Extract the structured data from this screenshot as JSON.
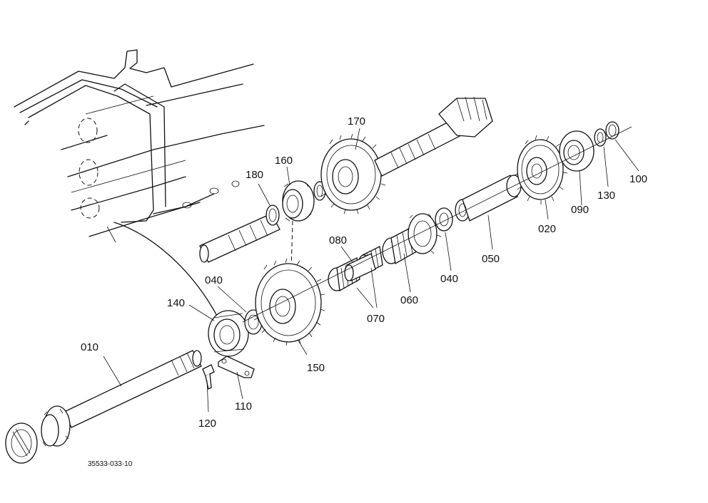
{
  "drawing": {
    "reference_code": "35533-033-10"
  },
  "parts": [
    {
      "key": "p010",
      "label": "010"
    },
    {
      "key": "p020",
      "label": "020"
    },
    {
      "key": "p040a",
      "label": "040"
    },
    {
      "key": "p040b",
      "label": "040"
    },
    {
      "key": "p050",
      "label": "050"
    },
    {
      "key": "p060",
      "label": "060"
    },
    {
      "key": "p070",
      "label": "070"
    },
    {
      "key": "p080",
      "label": "080"
    },
    {
      "key": "p090",
      "label": "090"
    },
    {
      "key": "p100",
      "label": "100"
    },
    {
      "key": "p110",
      "label": "110"
    },
    {
      "key": "p120",
      "label": "120"
    },
    {
      "key": "p130",
      "label": "130"
    },
    {
      "key": "p140",
      "label": "140"
    },
    {
      "key": "p150",
      "label": "150"
    },
    {
      "key": "p160",
      "label": "160"
    },
    {
      "key": "p170",
      "label": "170"
    },
    {
      "key": "p180",
      "label": "180"
    }
  ]
}
